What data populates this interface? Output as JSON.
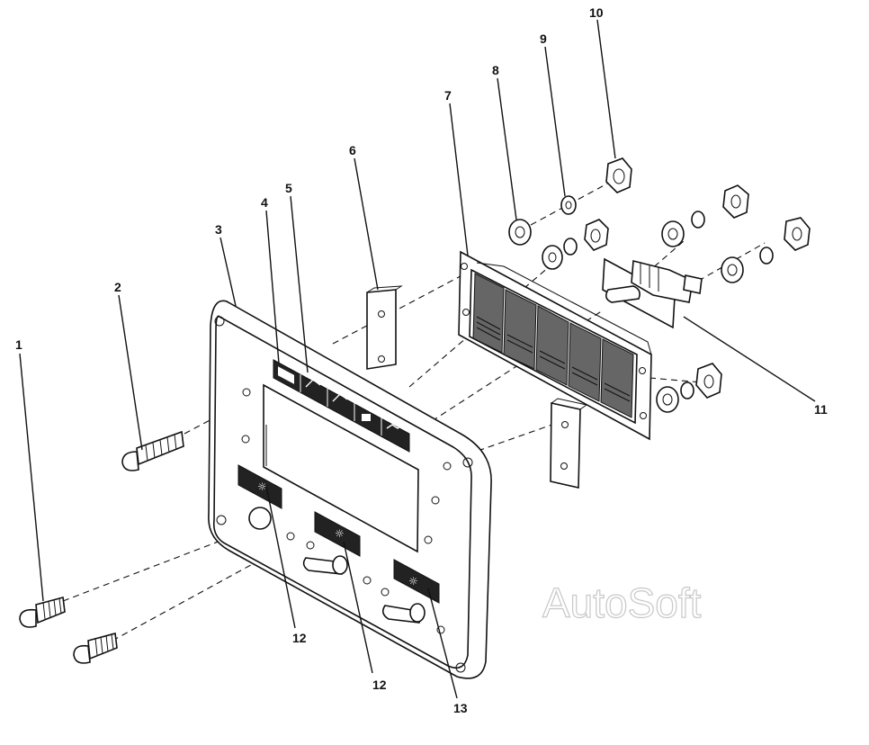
{
  "callouts": [
    "1",
    "2",
    "3",
    "4",
    "5",
    "6",
    "7",
    "8",
    "9",
    "10",
    "11",
    "12",
    "12",
    "13"
  ],
  "watermark": "AutoSoft"
}
